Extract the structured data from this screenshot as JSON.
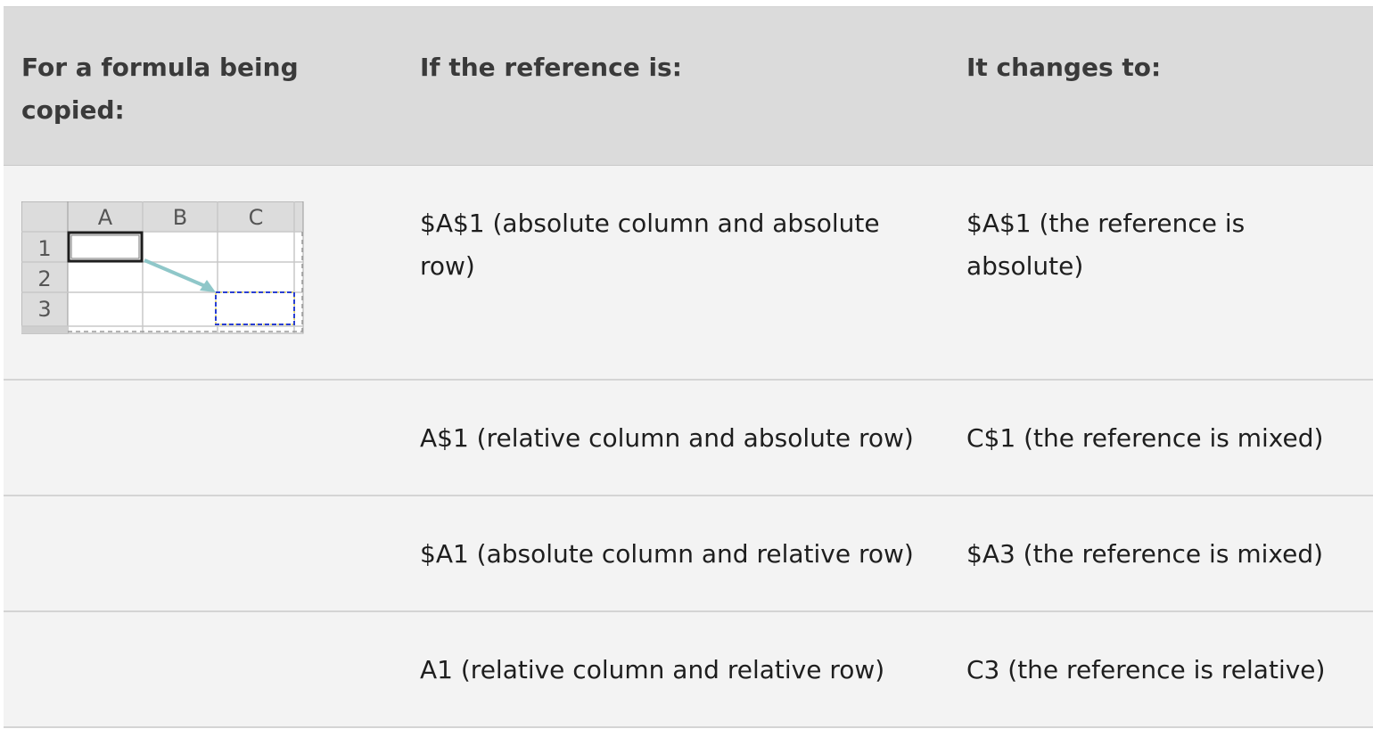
{
  "headers": {
    "formula": "For a formula being copied:",
    "reference": "If the reference is:",
    "changes": "It changes to:"
  },
  "rows": [
    {
      "reference": "$A$1 (absolute column and absolute row)",
      "changes": "$A$1 (the reference is absolute)"
    },
    {
      "reference": "A$1 (relative column and absolute row)",
      "changes": "C$1 (the reference is mixed)"
    },
    {
      "reference": "$A1 (absolute column and relative row)",
      "changes": "$A3 (the reference is mixed)"
    },
    {
      "reference": "A1 (relative column and relative row)",
      "changes": "C3 (the reference is relative)"
    }
  ],
  "figure": {
    "columns": [
      "A",
      "B",
      "C"
    ],
    "row_numbers": [
      "1",
      "2",
      "3"
    ]
  },
  "colors": {
    "header_bg": "#dbdbdb",
    "body_bg": "#f3f3f3",
    "arrow": "#8fc7c9",
    "copy_target": "#2a3fd0"
  }
}
